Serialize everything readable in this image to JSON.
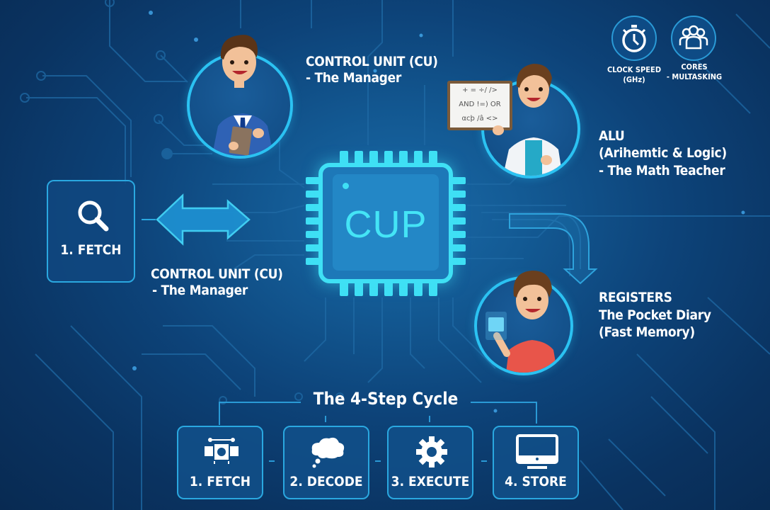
{
  "chip": {
    "label": "CUP"
  },
  "control_unit_top": {
    "title": "CONTROL UNIT (CU)",
    "subtitle": "- The Manager"
  },
  "control_unit_left": {
    "title": "CONTROL UNIT (CU)",
    "subtitle": "- The Manager"
  },
  "alu": {
    "title": "ALU",
    "line2": "(Arihemtic & Logic)",
    "line3": "- The Math Teacher",
    "whiteboard": [
      "+ = ÷/ />",
      "AND  !=) OR",
      "αcþ  /â  <>"
    ]
  },
  "registers": {
    "title": "REGISTERS",
    "line2": "The Pocket Diary",
    "line3": "(Fast Memory)"
  },
  "fetch_panel": {
    "icon": "magnifier-icon",
    "label": "1. FETCH"
  },
  "badges": [
    {
      "icon": "stopwatch-icon",
      "line1": "CLOCK SPEED",
      "line2": "(GHz)"
    },
    {
      "icon": "people-icon",
      "line1": "CORES",
      "line2": "- MULTASKING"
    }
  ],
  "cycle": {
    "title": "The 4-Step Cycle",
    "steps": [
      {
        "icon": "fetch-transfer-icon",
        "label": "1. FETCH"
      },
      {
        "icon": "thought-cloud-icon",
        "label": "2. DECODE"
      },
      {
        "icon": "gear-icon",
        "label": "3. EXECUTE"
      },
      {
        "icon": "monitor-icon",
        "label": "4. STORE"
      }
    ]
  },
  "colors": {
    "background": "#0d4379",
    "accent_cyan": "#3fe0f5",
    "ring_blue": "#2bc2f2",
    "box_border": "#2aa8e0",
    "text": "#ffffff"
  }
}
